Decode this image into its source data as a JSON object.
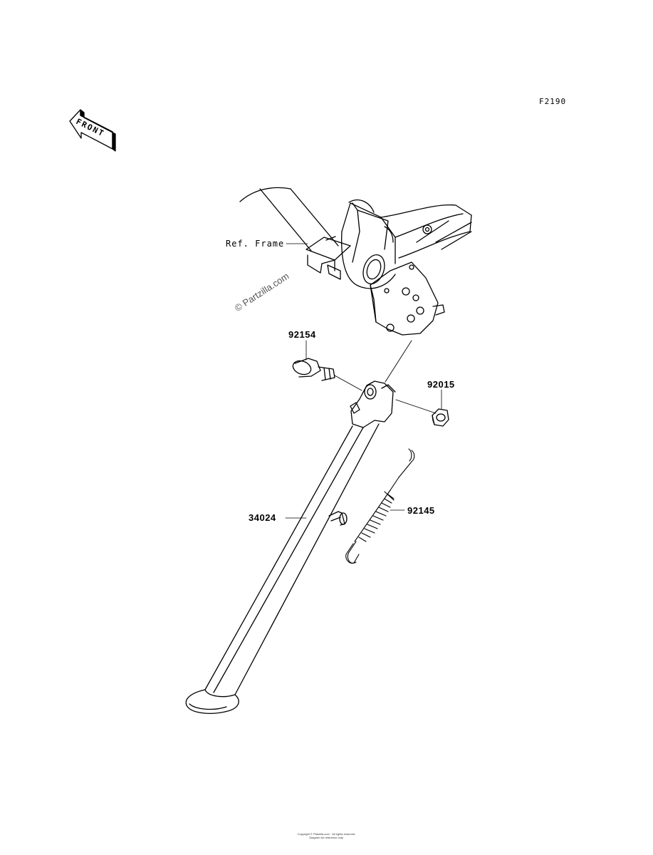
{
  "figure": {
    "code": "F2190",
    "front_indicator": "FRONT",
    "watermark": "© Partzilla.com"
  },
  "labels": {
    "ref_frame": "Ref. Frame",
    "parts": [
      {
        "number": "92154"
      },
      {
        "number": "92015"
      },
      {
        "number": "34024"
      },
      {
        "number": "92145"
      }
    ]
  },
  "footer": {
    "copyright_line1": "Copyright © Partzilla.com · All rights reserved.",
    "copyright_line2": "Diagram for reference only."
  }
}
